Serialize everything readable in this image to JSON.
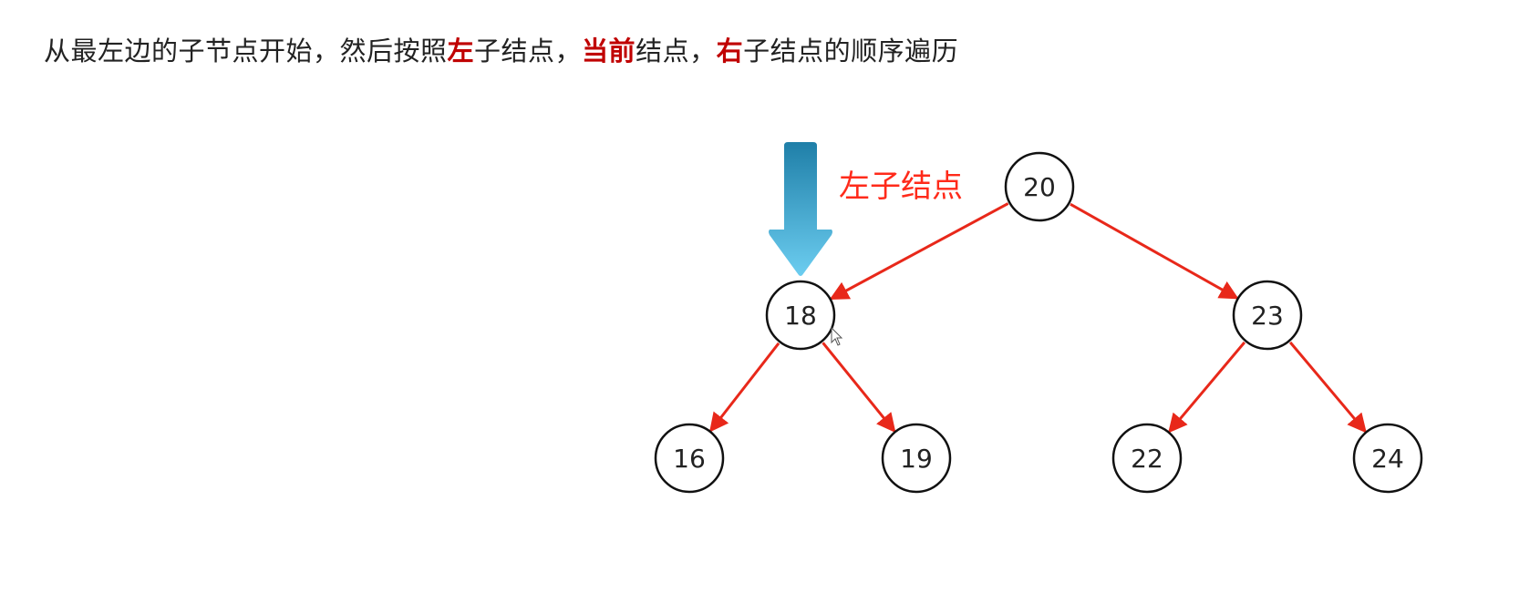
{
  "heading": {
    "part1": "从最左边的子节点开始，然后按照",
    "em1": "左",
    "part2": "子结点，",
    "em2": "当前",
    "part3": "结点，",
    "em3": "右",
    "part4": "子结点的顺序遍历"
  },
  "pointer": {
    "label": "左子结点",
    "label_color": "#ff2a1a",
    "arrow_top_color": "#1f7fa8",
    "arrow_bottom_color": "#6ccdf0"
  },
  "tree": {
    "edge_color": "#e8281a",
    "nodes": [
      {
        "id": "n20",
        "value": "20"
      },
      {
        "id": "n18",
        "value": "18"
      },
      {
        "id": "n23",
        "value": "23"
      },
      {
        "id": "n16",
        "value": "16"
      },
      {
        "id": "n19",
        "value": "19"
      },
      {
        "id": "n22",
        "value": "22"
      },
      {
        "id": "n24",
        "value": "24"
      }
    ],
    "edges": [
      {
        "from": "n20",
        "to": "n18"
      },
      {
        "from": "n20",
        "to": "n23"
      },
      {
        "from": "n18",
        "to": "n16"
      },
      {
        "from": "n18",
        "to": "n19"
      },
      {
        "from": "n23",
        "to": "n22"
      },
      {
        "from": "n23",
        "to": "n24"
      }
    ]
  }
}
